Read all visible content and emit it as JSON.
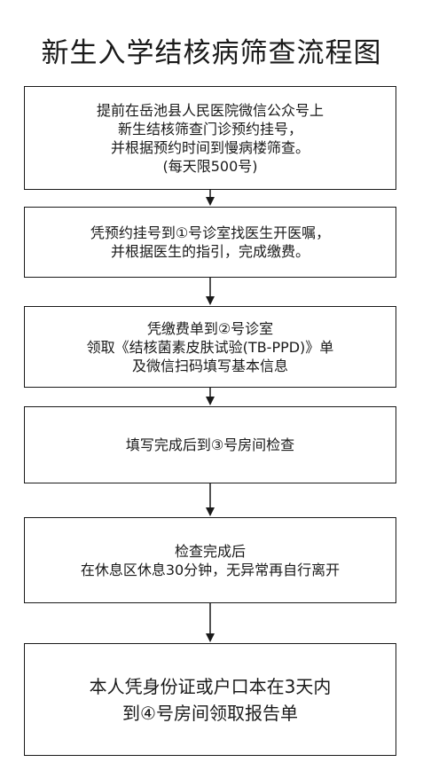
{
  "title": "新生入学结核病筛查流程图",
  "steps": [
    {
      "lines": [
        "提前在岳池县人民医院微信公众号上",
        "新生结核筛查门诊预约挂号，",
        "并根据预约时间到慢病楼筛查。",
        "(每天限500号)"
      ]
    },
    {
      "lines": [
        "凭预约挂号到①号诊室找医生开医嘱，",
        "并根据医生的指引，完成缴费。"
      ]
    },
    {
      "lines": [
        "凭缴费单到②号诊室",
        "领取《结核菌素皮肤试验(TB-PPD)》单",
        "及微信扫码填写基本信息"
      ]
    },
    {
      "lines": [
        "填写完成后到③号房间检查"
      ]
    },
    {
      "lines": [
        "检查完成后",
        "在休息区休息30分钟，无异常再自行离开"
      ]
    },
    {
      "lines": [
        "本人凭身份证或户口本在3天内",
        "到④号房间领取报告单"
      ]
    }
  ],
  "colors": {
    "line": "#1a1a1a",
    "background": "#ffffff"
  }
}
